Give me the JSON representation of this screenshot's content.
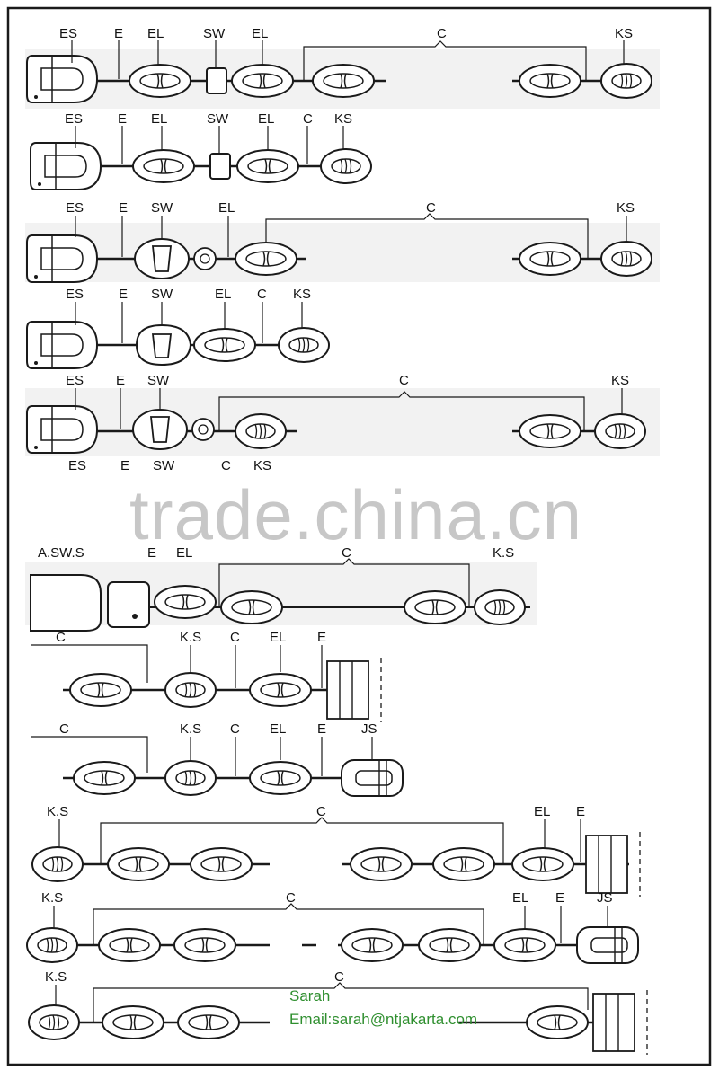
{
  "watermark": "trade.china.cn",
  "contact": {
    "name": "Sarah",
    "email": "Email:sarah@ntjakarta.com"
  },
  "colors": {
    "line": "#1a1a1a",
    "watermark": "#9a9a9a",
    "contact": "#2f8f2f",
    "row_bg": "#f3f3f3"
  },
  "legend_icons": [
    "end-shackle-icon",
    "link-icon",
    "enlarged-link-icon",
    "swivel-icon",
    "common-link-icon",
    "kenter-shackle-icon",
    "joining-shackle-icon"
  ],
  "rows": [
    {
      "top_labels": [
        "ES",
        "E",
        "EL",
        "SW",
        "EL",
        "C",
        "KS"
      ]
    },
    {
      "top_labels": [
        "ES",
        "E",
        "EL",
        "SW",
        "EL",
        "C",
        "KS"
      ]
    },
    {
      "top_labels": [
        "ES",
        "E",
        "SW",
        "EL",
        "C",
        "KS"
      ]
    },
    {
      "top_labels": [
        "ES",
        "E",
        "SW",
        "EL",
        "C",
        "KS"
      ]
    },
    {
      "top_labels": [
        "ES",
        "E",
        "SW",
        "C",
        "KS"
      ],
      "bottom_labels": [
        "ES",
        "E",
        "SW",
        "C",
        "KS"
      ]
    },
    {
      "top_labels": [
        "A.SW.S",
        "E",
        "EL",
        "C",
        "K.S"
      ]
    },
    {
      "top_labels": [
        "C",
        "K.S",
        "C",
        "EL",
        "E"
      ]
    },
    {
      "top_labels": [
        "C",
        "K.S",
        "C",
        "EL",
        "E",
        "JS"
      ]
    },
    {
      "top_labels": [
        "K.S",
        "C",
        "EL",
        "E"
      ]
    },
    {
      "top_labels": [
        "K.S",
        "C",
        "EL",
        "E",
        "JS"
      ]
    },
    {
      "top_labels": [
        "K.S",
        "C"
      ]
    }
  ]
}
